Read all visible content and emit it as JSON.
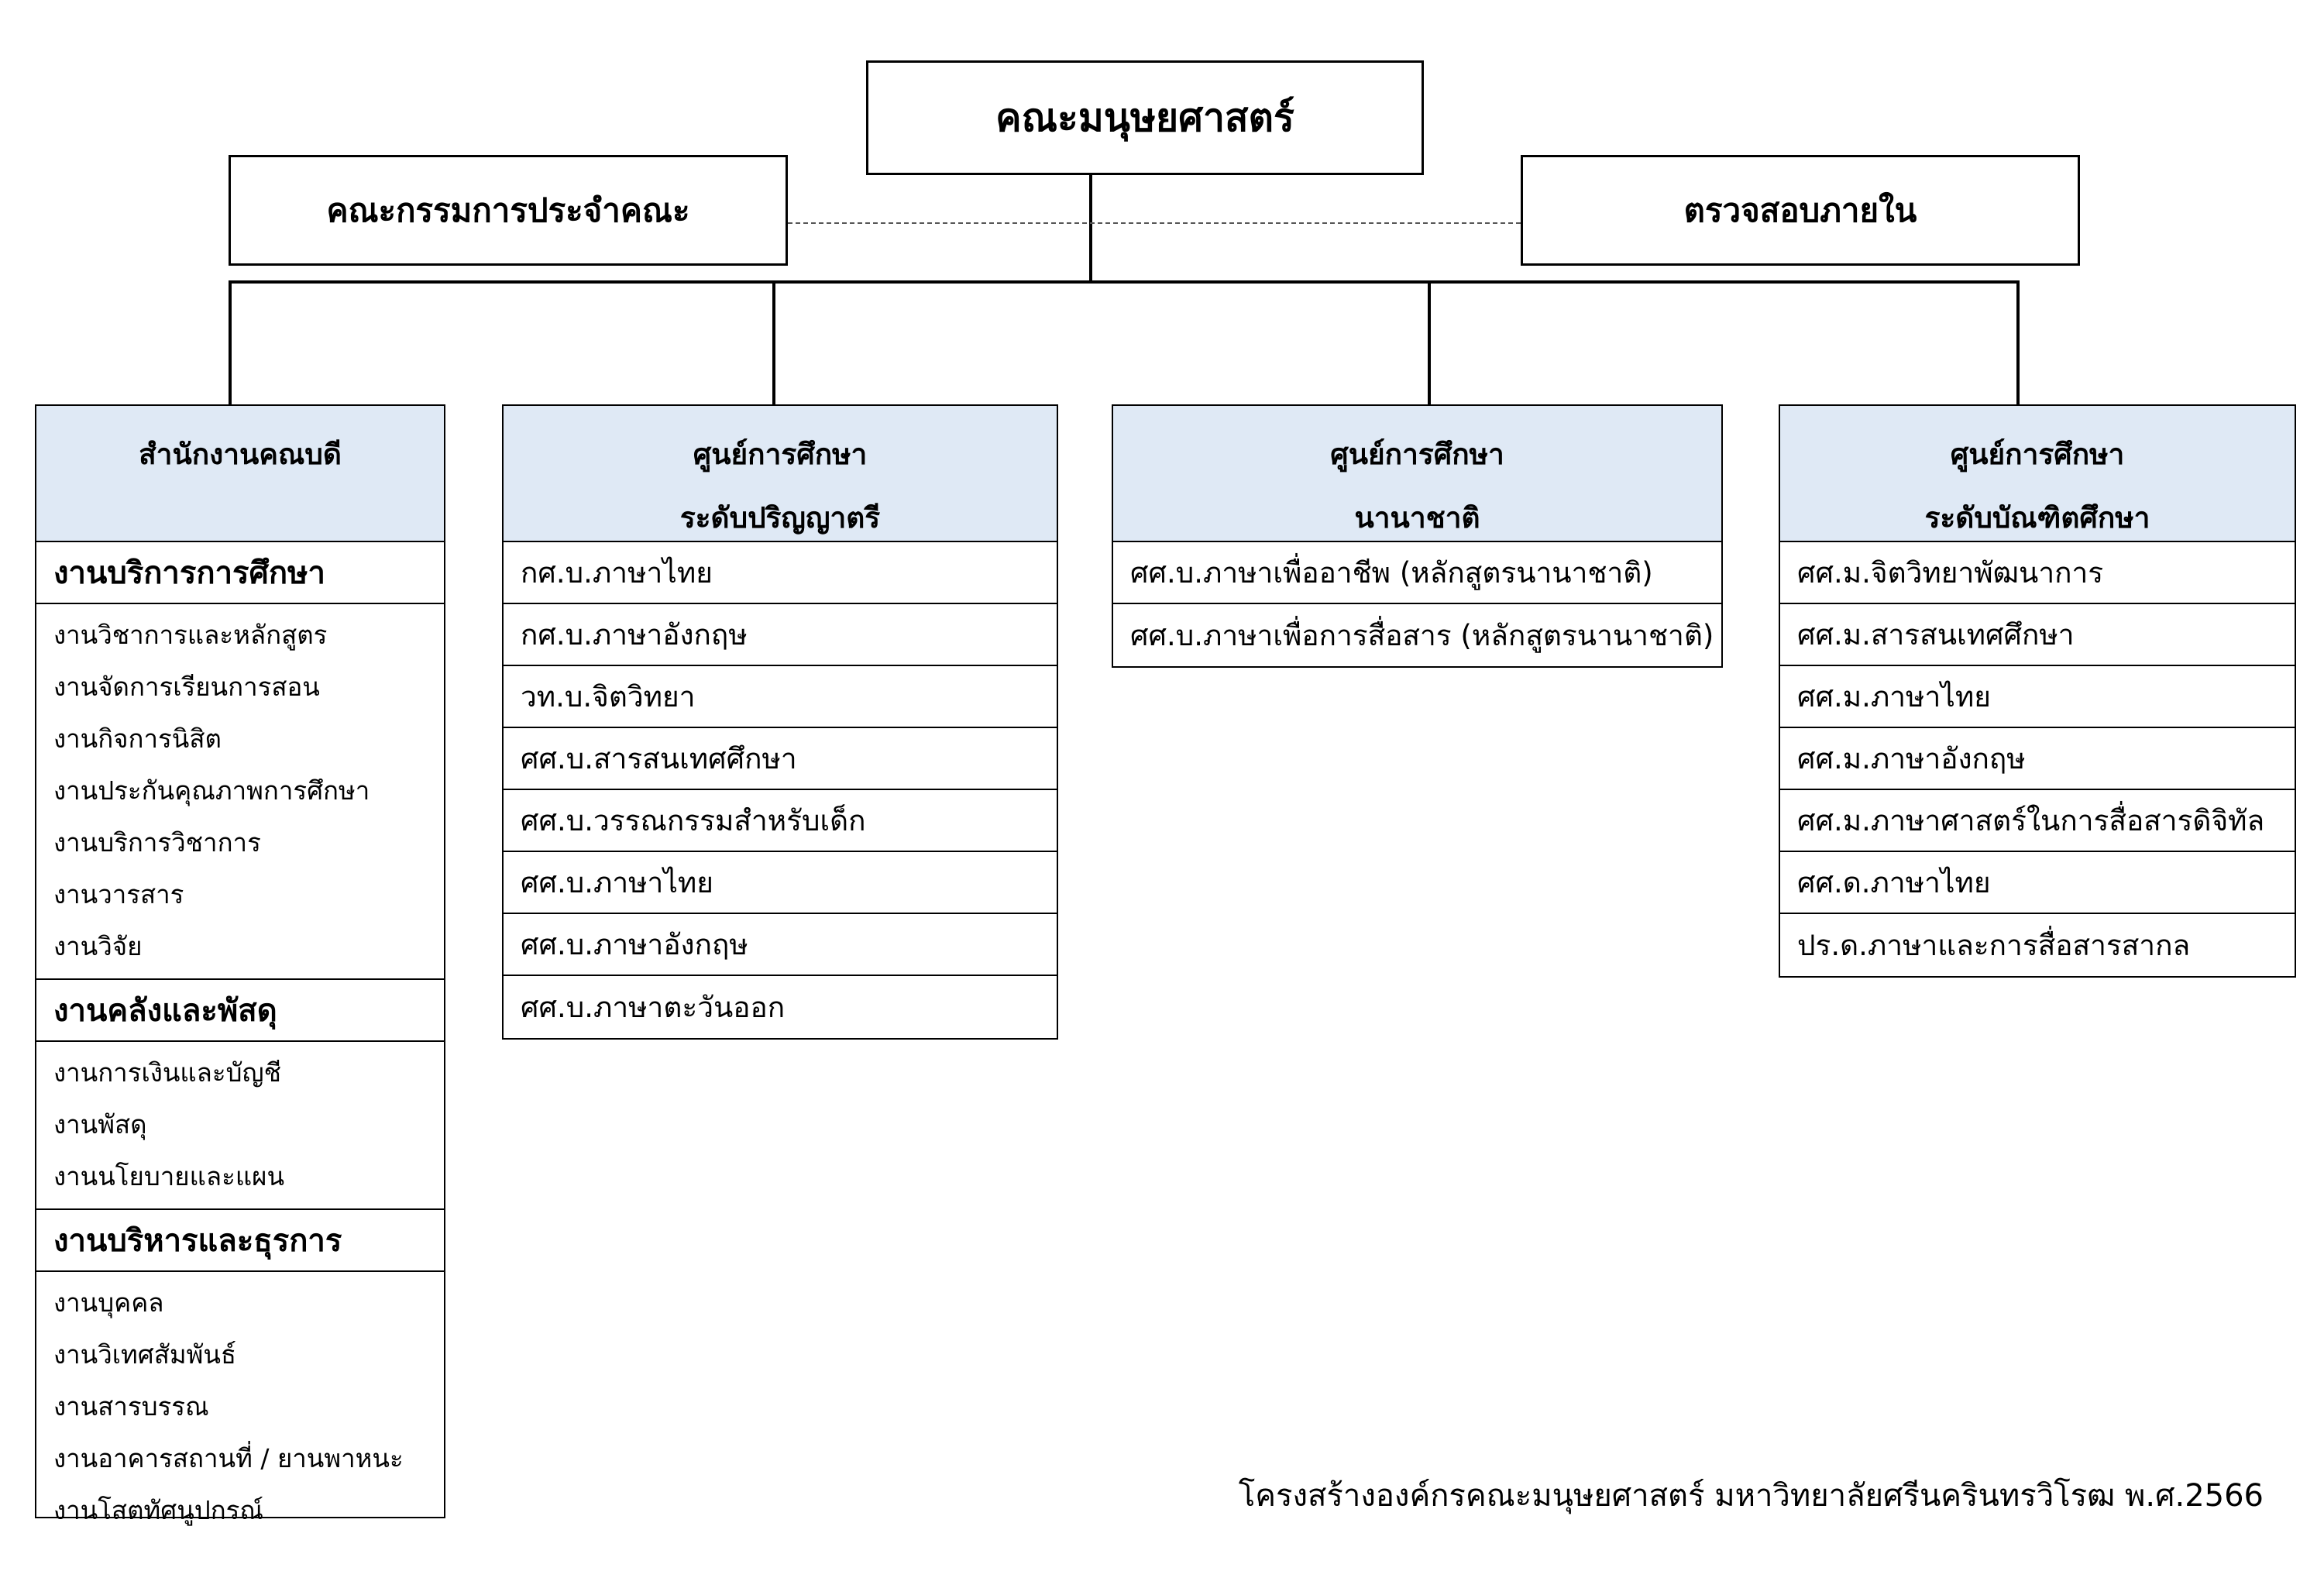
{
  "top": {
    "title": "คณะมนุษยศาสตร์"
  },
  "committee": {
    "title": "คณะกรรมการประจำคณะ"
  },
  "audit": {
    "title": "ตรวจสอบภายใน"
  },
  "columns": [
    {
      "head": [
        "สำนักงานคณบดี",
        ""
      ],
      "sections": [
        {
          "title": "งานบริการการศึกษา",
          "items": [
            "งานวิชาการและหลักสูตร",
            "งานจัดการเรียนการสอน",
            "งานกิจการนิสิต",
            "งานประกันคุณภาพการศึกษา",
            "งานบริการวิชาการ",
            "งานวารสาร",
            "งานวิจัย"
          ]
        },
        {
          "title": "งานคลังและพัสดุ",
          "items": [
            "งานการเงินและบัญชี",
            "งานพัสดุ",
            "งานนโยบายและแผน"
          ]
        },
        {
          "title": "งานบริหารและธุรการ",
          "items": [
            "งานบุคคล",
            "งานวิเทศสัมพันธ์",
            "งานสารบรรณ",
            "งานอาคารสถานที่ / ยานพาหนะ",
            "งานโสตทัศนูปกรณ์"
          ]
        }
      ]
    },
    {
      "head": [
        "ศูนย์การศึกษา",
        "ระดับปริญญาตรี"
      ],
      "items": [
        "กศ.บ.ภาษาไทย",
        "กศ.บ.ภาษาอังกฤษ",
        "วท.บ.จิตวิทยา",
        "ศศ.บ.สารสนเทศศึกษา",
        "ศศ.บ.วรรณกรรมสำหรับเด็ก",
        "ศศ.บ.ภาษาไทย",
        "ศศ.บ.ภาษาอังกฤษ",
        "ศศ.บ.ภาษาตะวันออก"
      ]
    },
    {
      "head": [
        "ศูนย์การศึกษา",
        "นานาชาติ"
      ],
      "items": [
        "ศศ.บ.ภาษาเพื่ออาชีพ (หลักสูตรนานาชาติ)",
        "ศศ.บ.ภาษาเพื่อการสื่อสาร (หลักสูตรนานาชาติ)"
      ]
    },
    {
      "head": [
        "ศูนย์การศึกษา",
        "ระดับบัณฑิตศึกษา"
      ],
      "items": [
        "ศศ.ม.จิตวิทยาพัฒนาการ",
        "ศศ.ม.สารสนเทศศึกษา",
        "ศศ.ม.ภาษาไทย",
        "ศศ.ม.ภาษาอังกฤษ",
        "ศศ.ม.ภาษาศาสตร์ในการสื่อสารดิจิทัล",
        "ศศ.ด.ภาษาไทย",
        "ปร.ด.ภาษาและการสื่อสารสากล"
      ]
    }
  ],
  "footer": {
    "caption": "โครงสร้างองค์กรคณะมนุษยศาสตร์ มหาวิทยาลัยศรีนครินทรวิโรฒ พ.ศ.2566"
  }
}
